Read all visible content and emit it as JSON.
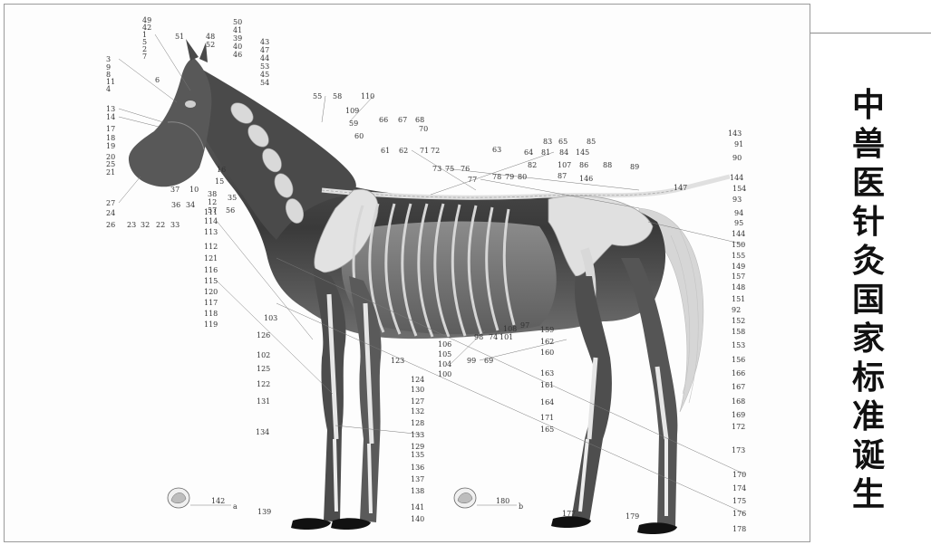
{
  "side_title": "中兽医针灸国家标准诞生",
  "figure": {
    "subject": "horse-acupoint-chart",
    "caption_a": "a",
    "caption_b": "b",
    "hoof_label_a": "142",
    "hoof_label_b": "180",
    "labels": [
      {
        "id": "49"
      },
      {
        "id": "42"
      },
      {
        "id": "1"
      },
      {
        "id": "5"
      },
      {
        "id": "2"
      },
      {
        "id": "7"
      },
      {
        "id": "51"
      },
      {
        "id": "48"
      },
      {
        "id": "52"
      },
      {
        "id": "50"
      },
      {
        "id": "41"
      },
      {
        "id": "39"
      },
      {
        "id": "40"
      },
      {
        "id": "46"
      },
      {
        "id": "43"
      },
      {
        "id": "47"
      },
      {
        "id": "44"
      },
      {
        "id": "53"
      },
      {
        "id": "45"
      },
      {
        "id": "54"
      },
      {
        "id": "3"
      },
      {
        "id": "9"
      },
      {
        "id": "8"
      },
      {
        "id": "11"
      },
      {
        "id": "4"
      },
      {
        "id": "6"
      },
      {
        "id": "13"
      },
      {
        "id": "14"
      },
      {
        "id": "17"
      },
      {
        "id": "18"
      },
      {
        "id": "19"
      },
      {
        "id": "20"
      },
      {
        "id": "25"
      },
      {
        "id": "21"
      },
      {
        "id": "27"
      },
      {
        "id": "24"
      },
      {
        "id": "26"
      },
      {
        "id": "23"
      },
      {
        "id": "32"
      },
      {
        "id": "22"
      },
      {
        "id": "33"
      },
      {
        "id": "36"
      },
      {
        "id": "34"
      },
      {
        "id": "37"
      },
      {
        "id": "10"
      },
      {
        "id": "38"
      },
      {
        "id": "12"
      },
      {
        "id": "57"
      },
      {
        "id": "16"
      },
      {
        "id": "15"
      },
      {
        "id": "35"
      },
      {
        "id": "56"
      },
      {
        "id": "55"
      },
      {
        "id": "58"
      },
      {
        "id": "110"
      },
      {
        "id": "109"
      },
      {
        "id": "59"
      },
      {
        "id": "60"
      },
      {
        "id": "66"
      },
      {
        "id": "67"
      },
      {
        "id": "68"
      },
      {
        "id": "70"
      },
      {
        "id": "61"
      },
      {
        "id": "62"
      },
      {
        "id": "71"
      },
      {
        "id": "72"
      },
      {
        "id": "63"
      },
      {
        "id": "64"
      },
      {
        "id": "83"
      },
      {
        "id": "65"
      },
      {
        "id": "85"
      },
      {
        "id": "82"
      },
      {
        "id": "81"
      },
      {
        "id": "84"
      },
      {
        "id": "145"
      },
      {
        "id": "107"
      },
      {
        "id": "86"
      },
      {
        "id": "87"
      },
      {
        "id": "146"
      },
      {
        "id": "88"
      },
      {
        "id": "89"
      },
      {
        "id": "73"
      },
      {
        "id": "75"
      },
      {
        "id": "76"
      },
      {
        "id": "77"
      },
      {
        "id": "78"
      },
      {
        "id": "79"
      },
      {
        "id": "80"
      },
      {
        "id": "143"
      },
      {
        "id": "91"
      },
      {
        "id": "90"
      },
      {
        "id": "144"
      },
      {
        "id": "154"
      },
      {
        "id": "93"
      },
      {
        "id": "147"
      },
      {
        "id": "94"
      },
      {
        "id": "95"
      },
      {
        "id": "144"
      },
      {
        "id": "150"
      },
      {
        "id": "155"
      },
      {
        "id": "149"
      },
      {
        "id": "157"
      },
      {
        "id": "148"
      },
      {
        "id": "151"
      },
      {
        "id": "92"
      },
      {
        "id": "152"
      },
      {
        "id": "158"
      },
      {
        "id": "153"
      },
      {
        "id": "156"
      },
      {
        "id": "166"
      },
      {
        "id": "167"
      },
      {
        "id": "168"
      },
      {
        "id": "169"
      },
      {
        "id": "172"
      },
      {
        "id": "173"
      },
      {
        "id": "170"
      },
      {
        "id": "174"
      },
      {
        "id": "175"
      },
      {
        "id": "176"
      },
      {
        "id": "178"
      },
      {
        "id": "111"
      },
      {
        "id": "114"
      },
      {
        "id": "113"
      },
      {
        "id": "112"
      },
      {
        "id": "121"
      },
      {
        "id": "116"
      },
      {
        "id": "115"
      },
      {
        "id": "120"
      },
      {
        "id": "117"
      },
      {
        "id": "118"
      },
      {
        "id": "119"
      },
      {
        "id": "103"
      },
      {
        "id": "126"
      },
      {
        "id": "102"
      },
      {
        "id": "125"
      },
      {
        "id": "122"
      },
      {
        "id": "131"
      },
      {
        "id": "134"
      },
      {
        "id": "123"
      },
      {
        "id": "124"
      },
      {
        "id": "130"
      },
      {
        "id": "127"
      },
      {
        "id": "132"
      },
      {
        "id": "128"
      },
      {
        "id": "133"
      },
      {
        "id": "129"
      },
      {
        "id": "135"
      },
      {
        "id": "136"
      },
      {
        "id": "137"
      },
      {
        "id": "138"
      },
      {
        "id": "139"
      },
      {
        "id": "141"
      },
      {
        "id": "140"
      },
      {
        "id": "106"
      },
      {
        "id": "105"
      },
      {
        "id": "104"
      },
      {
        "id": "100"
      },
      {
        "id": "98"
      },
      {
        "id": "74"
      },
      {
        "id": "101"
      },
      {
        "id": "99"
      },
      {
        "id": "69"
      },
      {
        "id": "108"
      },
      {
        "id": "97"
      },
      {
        "id": "159"
      },
      {
        "id": "162"
      },
      {
        "id": "160"
      },
      {
        "id": "163"
      },
      {
        "id": "161"
      },
      {
        "id": "164"
      },
      {
        "id": "171"
      },
      {
        "id": "165"
      },
      {
        "id": "177"
      },
      {
        "id": "179"
      }
    ]
  }
}
